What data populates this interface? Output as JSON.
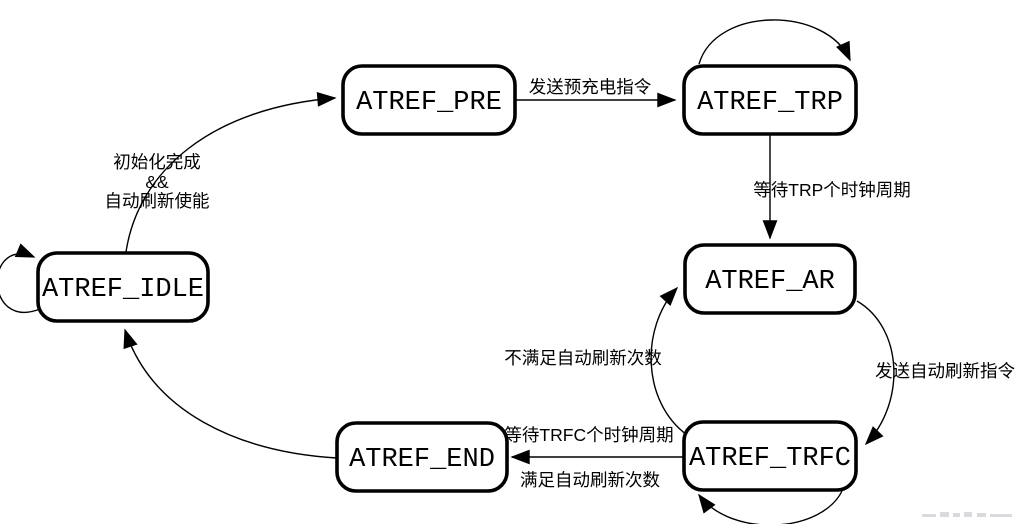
{
  "diagram": {
    "type": "state-machine",
    "background": "#ffffff",
    "stroke_color": "#000000",
    "watermark_color": "#d9d9de",
    "states": [
      {
        "id": "idle",
        "label": "ATREF_IDLE",
        "self_loop": "left"
      },
      {
        "id": "pre",
        "label": "ATREF_PRE",
        "self_loop": null
      },
      {
        "id": "trp",
        "label": "ATREF_TRP",
        "self_loop": "top"
      },
      {
        "id": "ar",
        "label": "ATREF_AR",
        "self_loop": null
      },
      {
        "id": "trfc",
        "label": "ATREF_TRFC",
        "self_loop": "bottom"
      },
      {
        "id": "end",
        "label": "ATREF_END",
        "self_loop": null
      }
    ],
    "transitions": [
      {
        "from": "ATREF_IDLE",
        "to": "ATREF_PRE",
        "label": "初始化完成 && 自动刷新使能",
        "label_lines": [
          "初始化完成",
          "&&",
          "自动刷新使能"
        ]
      },
      {
        "from": "ATREF_PRE",
        "to": "ATREF_TRP",
        "label": "发送预充电指令"
      },
      {
        "from": "ATREF_TRP",
        "to": "ATREF_TRP",
        "label": ""
      },
      {
        "from": "ATREF_TRP",
        "to": "ATREF_AR",
        "label": "等待TRP个时钟周期"
      },
      {
        "from": "ATREF_AR",
        "to": "ATREF_TRFC",
        "label": "发送自动刷新指令"
      },
      {
        "from": "ATREF_TRFC",
        "to": "ATREF_AR",
        "label": "不满足自动刷新次数"
      },
      {
        "from": "ATREF_TRFC",
        "to": "ATREF_END",
        "label_above": "等待TRFC个时钟周期",
        "label_below": "满足自动刷新次数"
      },
      {
        "from": "ATREF_TRFC",
        "to": "ATREF_TRFC",
        "label": ""
      },
      {
        "from": "ATREF_END",
        "to": "ATREF_IDLE",
        "label": ""
      },
      {
        "from": "ATREF_IDLE",
        "to": "ATREF_IDLE",
        "label": ""
      }
    ]
  }
}
